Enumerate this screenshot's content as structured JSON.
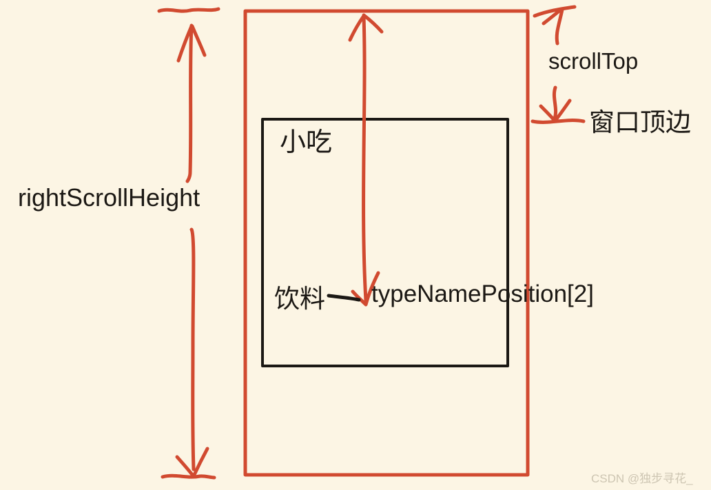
{
  "colors": {
    "background": "#fcf5e4",
    "accent_red": "#d14a30",
    "ink_black": "#1b1814",
    "watermark": "#cdc5b2"
  },
  "labels": {
    "right_scroll_height": "rightScrollHeight",
    "scroll_top": "scrollTop",
    "window_top_edge": "窗口顶边",
    "snacks": "小吃",
    "drinks": "饮料",
    "type_name_position": "typeNamePosition[2]"
  },
  "icons": {
    "left_measure_arrow": "double-ended-vertical-measure-arrow",
    "scroll_top_arrow": "up-arrow-through-tick",
    "window_top_edge_arrow": "down-arrow-onto-edge-line",
    "center_arrow": "up-arrow-from-drinks-to-top",
    "drinks_dash": "horizontal-pointer-dash"
  },
  "watermark": "CSDN @独步寻花_"
}
